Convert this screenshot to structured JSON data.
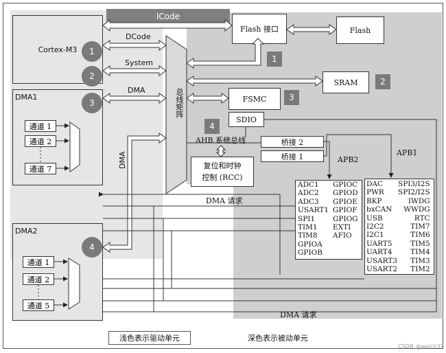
{
  "title": "ICode",
  "core": "Cortex-M3",
  "flash_if": "Flash 接口",
  "flash": "Flash",
  "sram": "SRAM",
  "fsmc": "FSMC",
  "sdio": "SDIO",
  "dma1": "DMA1",
  "dma2": "DMA2",
  "dma_vertical": "DMA",
  "bus_matrix": "总线矩阵",
  "dcode": "DCode",
  "system": "System",
  "dma_bus": "DMA",
  "ahb": "AHB 系统总线",
  "bridge2": "桥接 2",
  "bridge1": "桥接 1",
  "apb2": "APB2",
  "apb1": "APB1",
  "rcc": "复位和时钟\n控制 (RCC)",
  "dma_request": "DMA 请求",
  "dma_request_bottom": "DMA 请求",
  "badges": {
    "b1": "1",
    "b2": "2",
    "b3": "3",
    "b4": "4",
    "s1": "1",
    "s2": "2",
    "s3": "3",
    "s4": "4"
  },
  "dma1_channels": [
    "通道 1",
    "通道 2",
    "通道 7"
  ],
  "dma2_channels": [
    "通道 1",
    "通道 2",
    "通道 5"
  ],
  "apb2_col1": "ADC1\nADC2\nADC3\nUSART1\nSPI1\nTIM1\nTIM8\nGPIOA\nGPIOB",
  "apb2_col2": "GPIOC\nGPIOD\nGPIOE\nGPIOF\nGPIOG\nEXTI\nAFIO",
  "apb1_col1": "DAC\nPWR\nBKP\nbxCAN\nUSB\nI2C2\nI2C1\nUART5\nUART4\nUSART3\nUSART2",
  "apb1_col2": "SPI3/I2S\nSPI2/I2S\nIWDG\nWWDG\nRTC\nTIM7\nTIM6\nTIM5\nTIM4\nTIM3\nTIM2",
  "legend_light": "浅色表示驱动单元",
  "legend_dark": "深色表示被动单元",
  "watermark": "CSDN @weich37",
  "colors": {
    "light_region": "#e6e6e6",
    "dark_region": "#cfcfcf",
    "badge": "#7a7a7a",
    "icode_bar": "#7f7f7f"
  }
}
